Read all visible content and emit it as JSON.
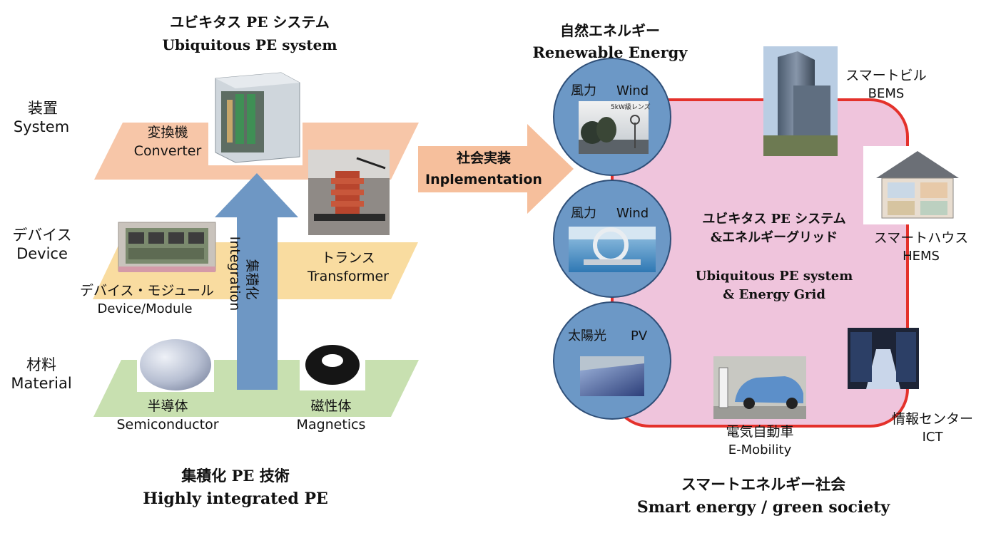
{
  "left_title": {
    "ja": "ユビキタス PE システム",
    "en": "Ubiquitous PE system"
  },
  "left_bottom": {
    "ja": "集積化 PE 技術",
    "en": "Highly integrated PE"
  },
  "levels": {
    "system": {
      "ja": "装置",
      "en": "System"
    },
    "device": {
      "ja": "デバイス",
      "en": "Device"
    },
    "material": {
      "ja": "材料",
      "en": "Material"
    }
  },
  "components": {
    "converter": {
      "ja": "変換機",
      "en": "Converter"
    },
    "transformer": {
      "ja": "トランス",
      "en": "Transformer"
    },
    "module": {
      "ja": "デバイス・モジュール",
      "en": "Device/Module"
    },
    "semiconductor": {
      "ja": "半導体",
      "en": "Semiconductor"
    },
    "magnetics": {
      "ja": "磁性体",
      "en": "Magnetics"
    }
  },
  "integration_arrow": {
    "ja": "集積化",
    "en": "Integration"
  },
  "implementation_arrow": {
    "ja": "社会実装",
    "en": "Inplementation"
  },
  "renewable_title": {
    "ja": "自然エネルギー",
    "en": "Renewable Energy"
  },
  "renewables": [
    {
      "ja": "風力",
      "en": "Wind",
      "photo_caption": "5kW級レンズ"
    },
    {
      "ja": "風力",
      "en": "Wind"
    },
    {
      "ja": "太陽光",
      "en": "PV"
    }
  ],
  "grid_center": {
    "ja1": "ユビキタス PE システム",
    "ja2": "&エネルギーグリッド",
    "en1": "Ubiquitous PE system",
    "en2": "& Energy Grid"
  },
  "smart_items": {
    "building": {
      "ja": "スマートビル",
      "en": "BEMS"
    },
    "house": {
      "ja": "スマートハウス",
      "en": "HEMS"
    },
    "ict": {
      "ja": "情報センター",
      "en": "ICT"
    },
    "ev": {
      "ja": "電気自動車",
      "en": "E-Mobility"
    }
  },
  "right_bottom": {
    "ja": "スマートエネルギー社会",
    "en": "Smart energy / green society"
  },
  "colors": {
    "system_plane": "#f7c6a8",
    "device_plane": "#f9dca0",
    "material_plane": "#c8e0b0",
    "arrow_blue": "#6e97c4",
    "arrow_orange": "#f6bf9c",
    "grid_fill": "#efc4dc",
    "grid_border": "#e4312b",
    "circle_fill": "#6c98c6"
  }
}
